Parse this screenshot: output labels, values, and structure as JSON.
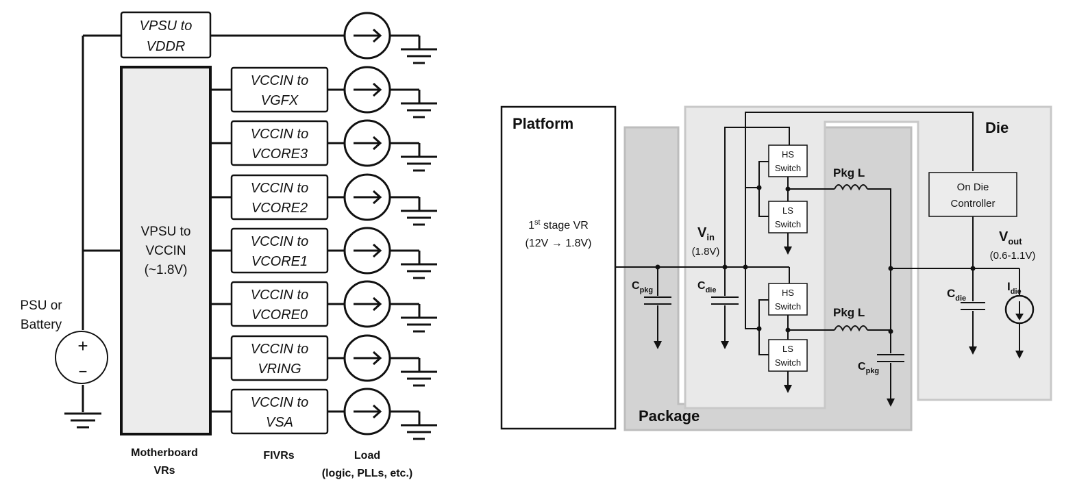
{
  "left": {
    "psu_label_line1": "PSU or",
    "psu_label_line2": "Battery",
    "psu_plus": "+",
    "psu_minus": "−",
    "top_reg": {
      "line1": "VPSU to",
      "line2": "VDDR"
    },
    "main_reg": {
      "line1": "VPSU to",
      "line2": "VCCIN",
      "line3": "(~1.8V)"
    },
    "fivrs": [
      {
        "line1": "VCCIN to",
        "line2": "VGFX"
      },
      {
        "line1": "VCCIN to",
        "line2": "VCORE3"
      },
      {
        "line1": "VCCIN to",
        "line2": "VCORE2"
      },
      {
        "line1": "VCCIN to",
        "line2": "VCORE1"
      },
      {
        "line1": "VCCIN to",
        "line2": "VCORE0"
      },
      {
        "line1": "VCCIN to",
        "line2": "VRING"
      },
      {
        "line1": "VCCIN to",
        "line2": "VSA"
      }
    ],
    "footer": {
      "motherboard_line1": "Motherboard",
      "motherboard_line2": "VRs",
      "fivrs": "FIVRs",
      "load_line1": "Load",
      "load_line2": "(logic, PLLs, etc.)"
    }
  },
  "right": {
    "platform": "Platform",
    "stage_line1_a": "1",
    "stage_line1_sup": "st",
    "stage_line1_b": " stage VR",
    "stage_line2": "(12V → 1.8V)",
    "package": "Package",
    "die": "Die",
    "vin_main": "V",
    "vin_sub": "in",
    "vin_value": "(1.8V)",
    "vout_main": "V",
    "vout_sub": "out",
    "vout_value": "(0.6-1.1V)",
    "cpkg_main": "C",
    "cpkg_sub": "pkg",
    "cdie_main": "C",
    "cdie_sub": "die",
    "idie_main": "I",
    "idie_sub": "die",
    "hs_switch_line1": "HS",
    "hs_switch_line2": "Switch",
    "ls_switch_line1": "LS",
    "ls_switch_line2": "Switch",
    "pkg_l": "Pkg L",
    "controller_line1": "On Die",
    "controller_line2": "Controller"
  },
  "colors": {
    "shade_light": "#e6e6e6",
    "shade_dark": "#cfcfcf",
    "box_fill": "#ececec"
  }
}
